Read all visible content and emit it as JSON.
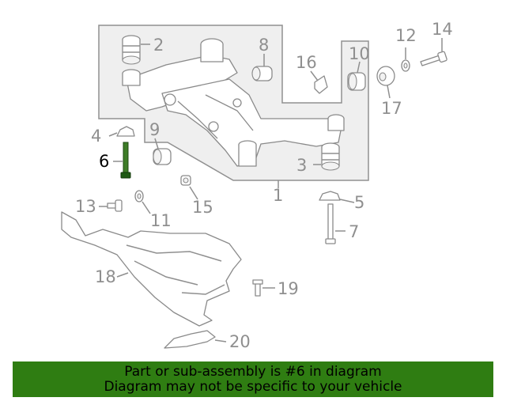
{
  "callouts": {
    "c1": "1",
    "c2": "2",
    "c3": "3",
    "c4": "4",
    "c5": "5",
    "c6": "6",
    "c7": "7",
    "c8": "8",
    "c9": "9",
    "c10": "10",
    "c11": "11",
    "c12": "12",
    "c13": "13",
    "c14": "14",
    "c15": "15",
    "c16": "16",
    "c17": "17",
    "c18": "18",
    "c19": "19",
    "c20": "20"
  },
  "highlighted_part": "6",
  "banner": {
    "line1": "Part or sub-assembly is #6 in diagram",
    "line2": "Diagram may not be specific to your vehicle"
  },
  "colors": {
    "banner_bg": "#2f7d12",
    "highlight_part": "#1f5a14",
    "line_art": "#8a8a8a"
  }
}
